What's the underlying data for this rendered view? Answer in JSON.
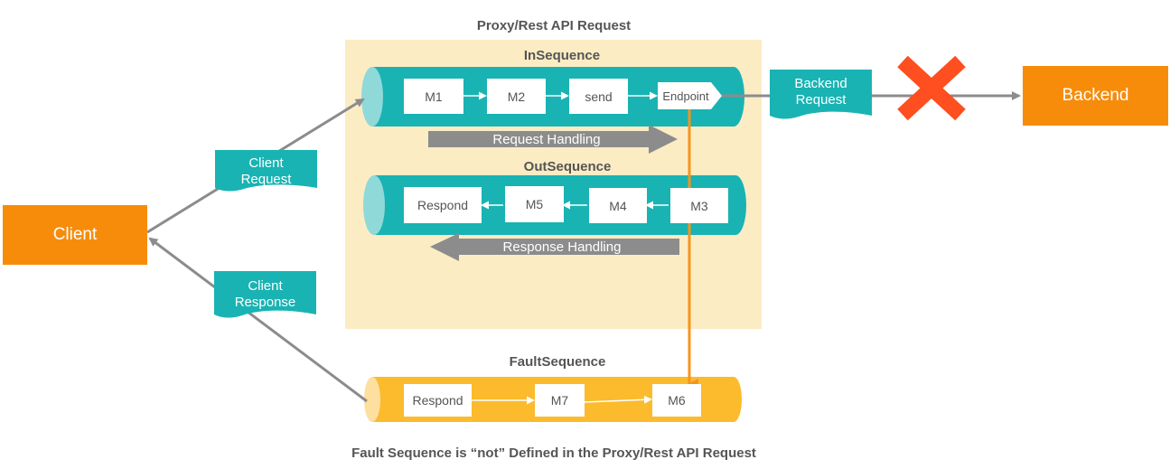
{
  "colors": {
    "teal": "#19b3b3",
    "teal_light": "#8fd9d9",
    "fault": "#fbbb2c",
    "fault_light": "#fde0a0",
    "orange": "#f78c0b",
    "gray_arrow": "#8c8c8c",
    "proxy_bg": "#fcecc4",
    "cross": "#ff4e1f",
    "fault_link": "#f7941d"
  },
  "labels": {
    "proxy_title": "Proxy/Rest API Request",
    "in_sequence": "InSequence",
    "out_sequence": "OutSequence",
    "fault_sequence": "FaultSequence",
    "request_handling": "Request Handling",
    "response_handling": "Response Handling",
    "caption": "Fault  Sequence is “not” Defined in the Proxy/Rest API Request"
  },
  "nodes": {
    "client": "Client",
    "backend": "Backend",
    "client_request": [
      "Client",
      "Request"
    ],
    "client_response": [
      "Client",
      "Response"
    ],
    "backend_request": [
      "Backend",
      "Request"
    ]
  },
  "in_mediators": [
    "M1",
    "M2",
    "send",
    "Endpoint"
  ],
  "out_mediators": [
    "Respond",
    "M5",
    "M4",
    "M3"
  ],
  "fault_mediators": [
    "Respond",
    "M7",
    "M6"
  ],
  "icons": {
    "blocked": "cross-icon"
  }
}
